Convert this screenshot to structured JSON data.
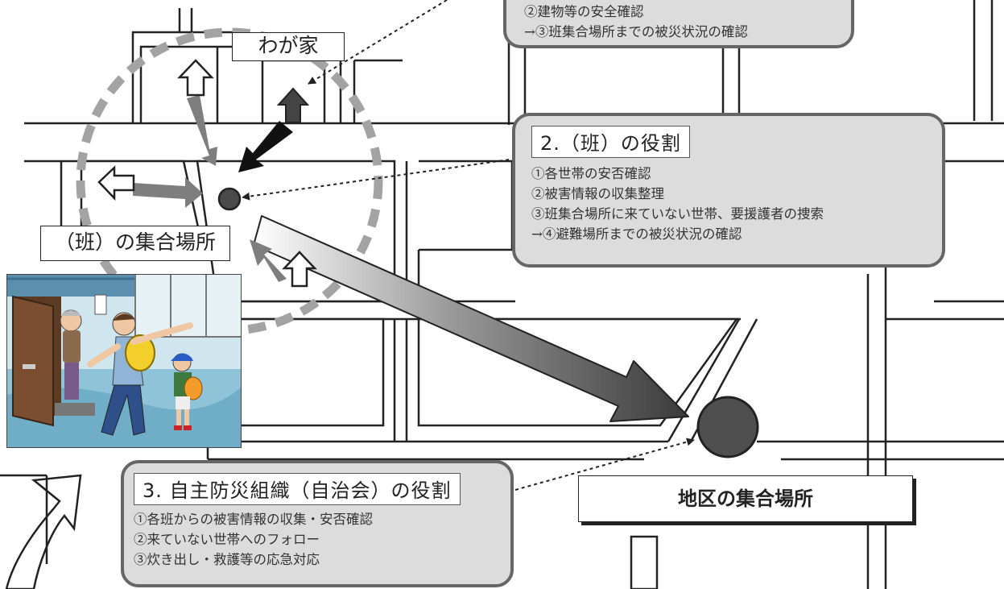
{
  "home_label": "わが家",
  "han_gathering_label": "（班）の集合場所",
  "district_gathering_label": "地区の集合場所",
  "role_boxes": {
    "household": {
      "lines": [
        "②建物等の安全確認",
        "→③班集合場所までの被災状況の確認"
      ]
    },
    "han": {
      "title": "2.（班）の役割",
      "lines": [
        "①各世帯の安否確認",
        "②被害情報の収集整理",
        "③班集合場所に来ていない世帯、要援護者の捜索",
        "→④避難場所までの被災状況の確認"
      ]
    },
    "association": {
      "title": "3. 自主防災組織（自治会）の役割",
      "lines": [
        "①各班からの被害情報の収集・安否確認",
        "②来ていない世帯へのフォロー",
        "③炊き出し・救護等の応急対応"
      ]
    }
  }
}
